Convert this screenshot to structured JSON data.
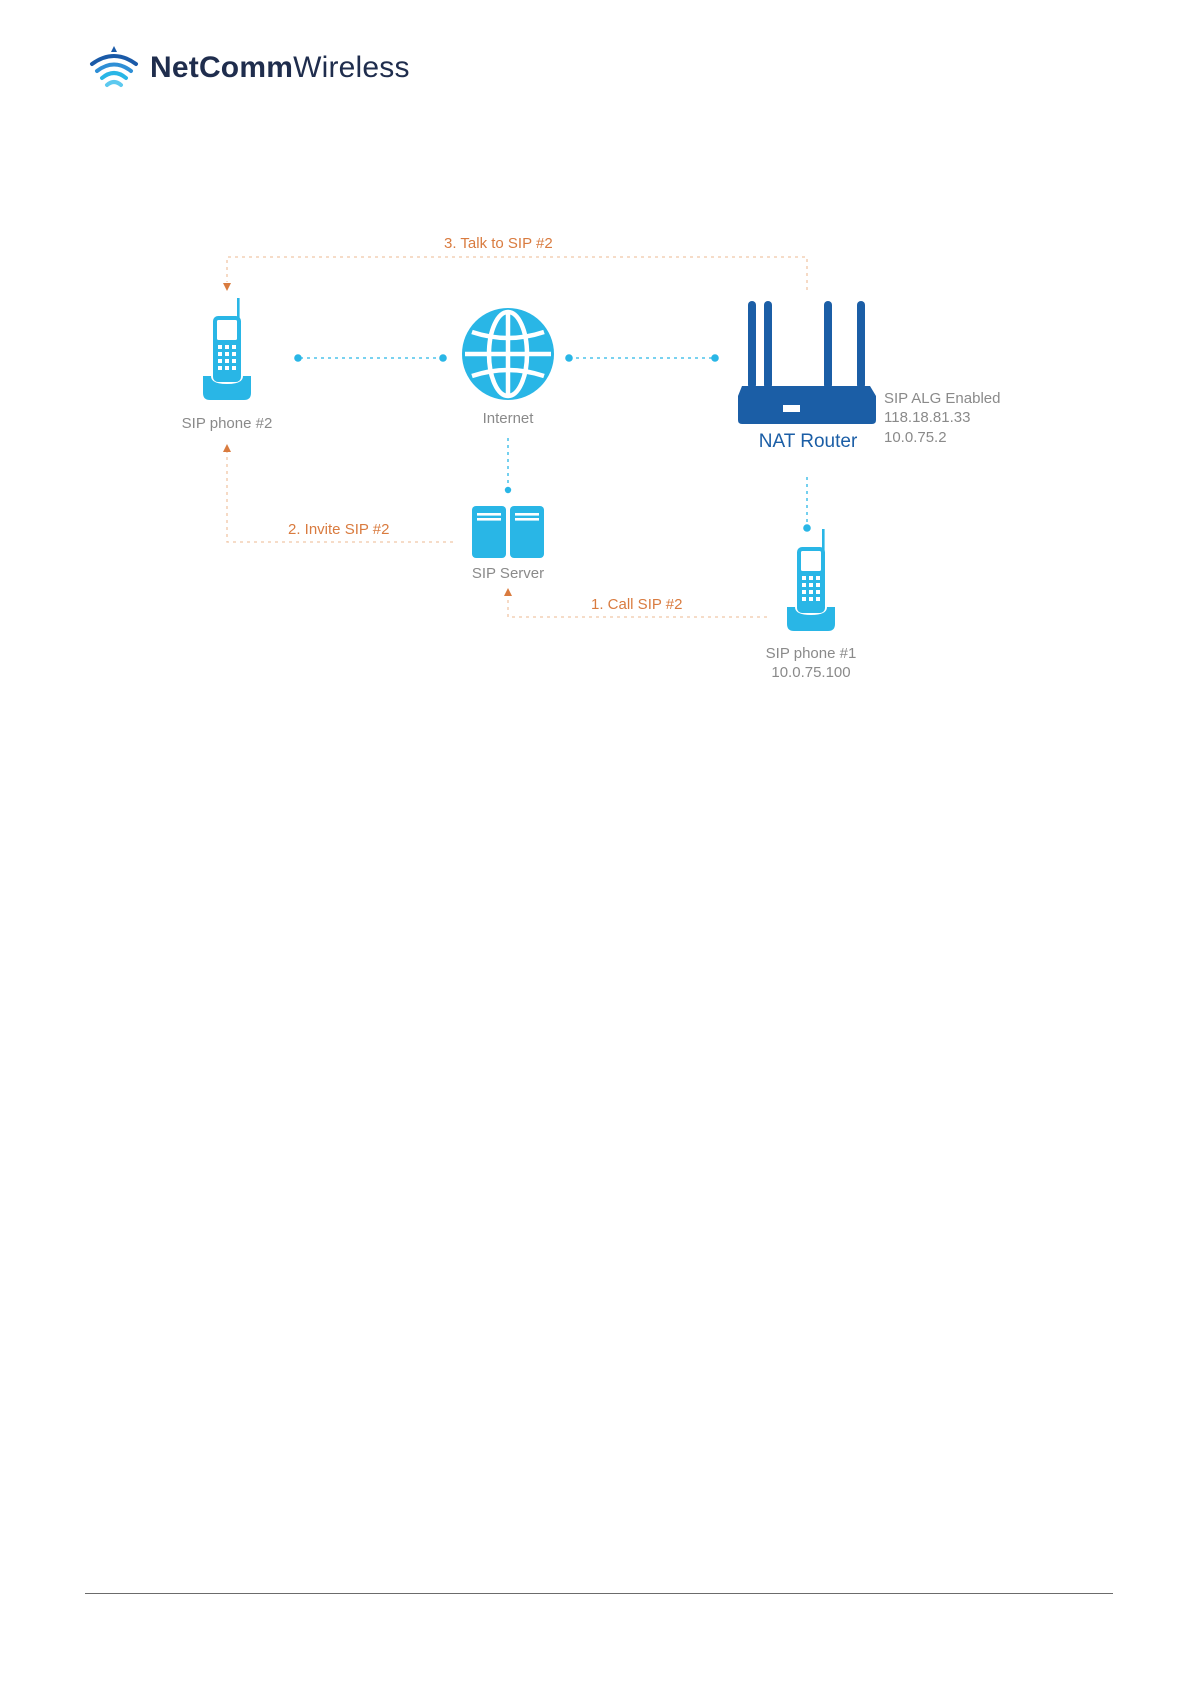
{
  "brand": {
    "name_bold": "NetComm",
    "name_light": "Wireless"
  },
  "diagram": {
    "flows": {
      "talk": "3. Talk to SIP #2",
      "invite": "2. Invite SIP #2",
      "call": "1. Call SIP #2"
    },
    "nodes": {
      "sip_phone_2": {
        "label": "SIP phone #2"
      },
      "internet": {
        "label": "Internet"
      },
      "router": {
        "label": "NAT Router",
        "info": [
          "SIP ALG Enabled",
          "118.18.81.33",
          "10.0.75.2"
        ]
      },
      "sip_server": {
        "label": "SIP Server"
      },
      "sip_phone_1": {
        "label": "SIP phone #1",
        "ip": "10.0.75.100"
      }
    }
  },
  "colors": {
    "device": "#29b6e6",
    "router": "#1b5ea6",
    "flow": "#d97b3f",
    "label": "#8a8a8a",
    "connector": "#29b6e6",
    "logo": "#1f2d4d"
  }
}
